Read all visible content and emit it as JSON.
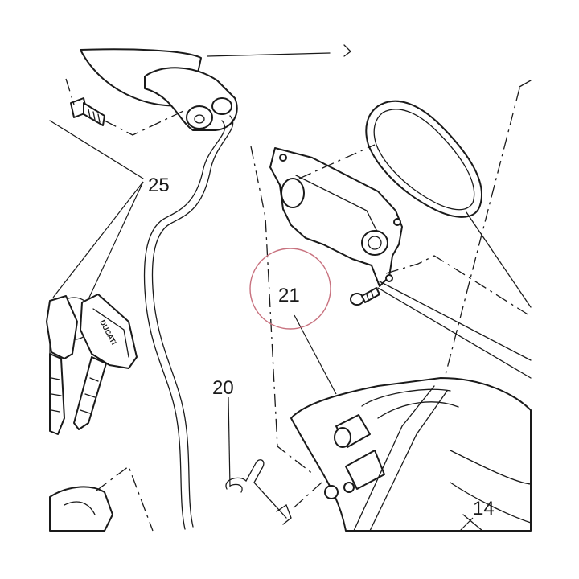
{
  "labels": {
    "part_20": "20",
    "part_21": "21",
    "part_25": "25",
    "part_14": "14"
  },
  "key_brand": "DUCATI",
  "colors": {
    "line": "#1a1a1a",
    "highlight_circle": "#c8727f",
    "background": "#ffffff"
  }
}
